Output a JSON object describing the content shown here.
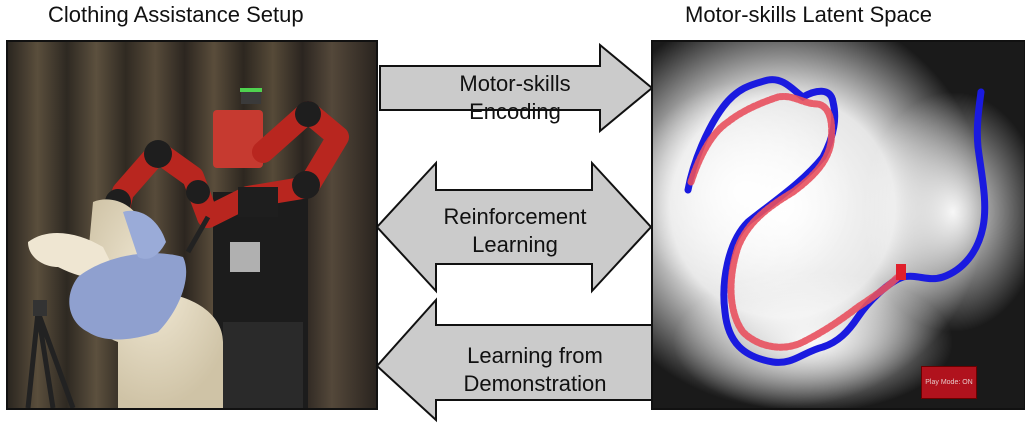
{
  "titles": {
    "left": "Clothing Assistance Setup",
    "right": "Motor-skills Latent Space"
  },
  "arrows": {
    "encoding": {
      "line1": "Motor-skills",
      "line2": "Encoding",
      "direction": "right"
    },
    "reinforcement": {
      "line1": "Reinforcement",
      "line2": "Learning",
      "direction": "both"
    },
    "demonstration": {
      "line1": "Learning from",
      "line2": "Demonstration",
      "direction": "left"
    }
  },
  "latent_panel": {
    "play_mode": "Play Mode: ON",
    "trajectory_colors": {
      "demonstrated": "#1a1adf",
      "learned": "#e8505e"
    }
  },
  "colors": {
    "arrow_fill": "#cbcbcb",
    "robot_red": "#b8261f"
  }
}
